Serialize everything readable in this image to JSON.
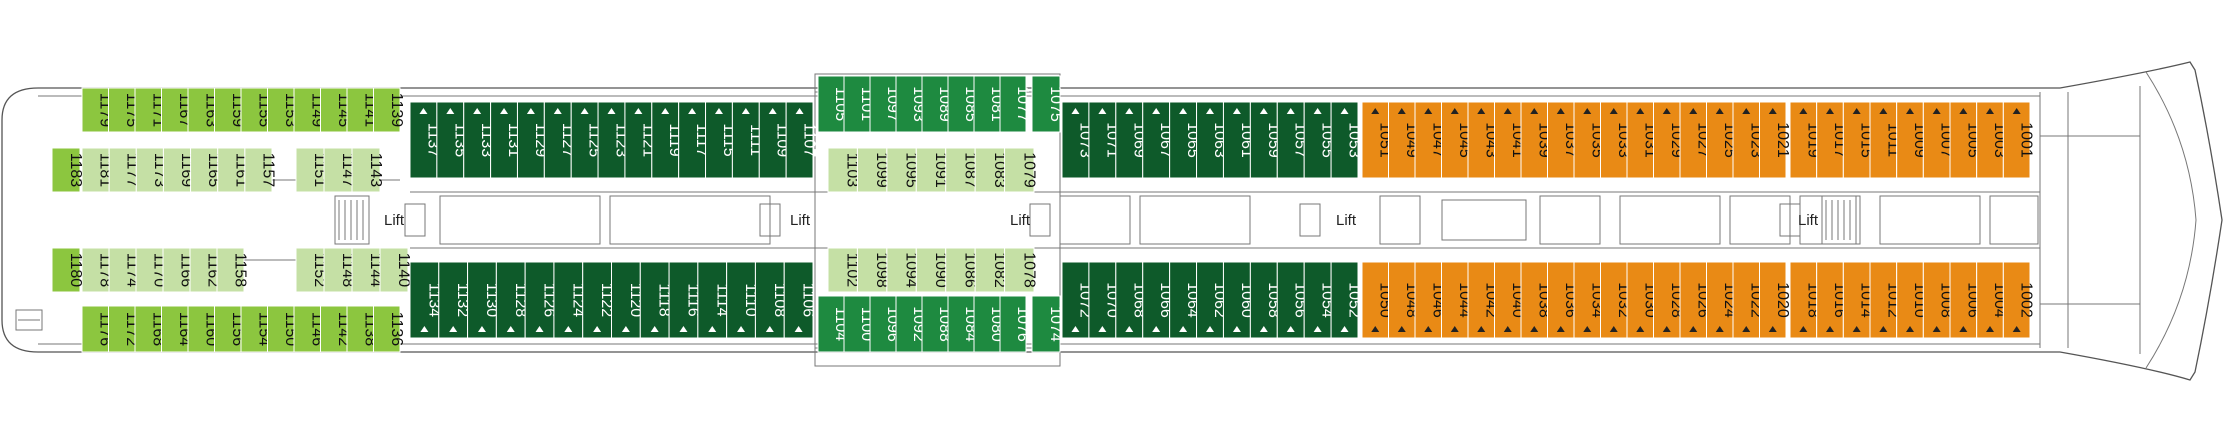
{
  "colors": {
    "green_bright": "#8cc63f",
    "green_pale": "#c5e0a5",
    "green_dark": "#0e5a2a",
    "green_mid": "#1e8a40",
    "orange": "#e98a15",
    "outline": "#555555"
  },
  "lift_label": "Lift",
  "icons": [
    "stairs-icon",
    "lift-icon",
    "sun-triangle-icon",
    "connecting-door-icon"
  ],
  "blocks": [
    {
      "name": "aft-outer-top",
      "color": "green_bright",
      "text": "dark",
      "cabins": [
        "1179",
        "1175",
        "1171",
        "1167",
        "1163",
        "1159",
        "1155",
        "1153",
        "1149",
        "1145",
        "1141",
        "1139"
      ]
    },
    {
      "name": "aft-inner-top",
      "color": "green_pale",
      "text": "dark",
      "cabins": [
        "1181",
        "1177",
        "1173",
        "1169",
        "1165",
        "1161",
        "1157"
      ]
    },
    {
      "name": "aft-inner-top-b",
      "color": "green_pale",
      "text": "dark",
      "cabins": [
        "1151",
        "1147",
        "1143"
      ]
    },
    {
      "name": "aft-corner-top",
      "color": "green_bright",
      "text": "dark",
      "cabins": [
        "1183"
      ]
    },
    {
      "name": "aft-inner-bottom",
      "color": "green_pale",
      "text": "dark",
      "cabins": [
        "1178",
        "1174",
        "1170",
        "1166",
        "1162",
        "1158"
      ]
    },
    {
      "name": "aft-inner-bottom-b",
      "color": "green_pale",
      "text": "dark",
      "cabins": [
        "1152",
        "1148",
        "1144",
        "1140"
      ]
    },
    {
      "name": "aft-corner-bottom",
      "color": "green_bright",
      "text": "dark",
      "cabins": [
        "1180"
      ]
    },
    {
      "name": "aft-outer-bottom",
      "color": "green_bright",
      "text": "dark",
      "cabins": [
        "1176",
        "1172",
        "1168",
        "1164",
        "1160",
        "1156",
        "1154",
        "1150",
        "1146",
        "1142",
        "1138",
        "1136"
      ]
    },
    {
      "name": "mid-top-a",
      "color": "green_dark",
      "text": "light",
      "cabins": [
        "1137",
        "1135",
        "1133",
        "1131",
        "1129",
        "1127",
        "1125",
        "1123",
        "1121",
        "1119",
        "1117",
        "1115",
        "1111",
        "1109",
        "1107"
      ]
    },
    {
      "name": "mid-bottom-a",
      "color": "green_dark",
      "text": "light",
      "cabins": [
        "1134",
        "1132",
        "1130",
        "1128",
        "1126",
        "1124",
        "1122",
        "1120",
        "1118",
        "1116",
        "1114",
        "1110",
        "1108",
        "1106"
      ]
    },
    {
      "name": "center-top",
      "color": "green_mid",
      "text": "light",
      "cabins": [
        "1105",
        "1101",
        "1097",
        "1093",
        "1089",
        "1085",
        "1081",
        "1077"
      ]
    },
    {
      "name": "center-top-fwd",
      "color": "green_mid",
      "text": "light",
      "cabins": [
        "1075"
      ]
    },
    {
      "name": "center-inner-top",
      "color": "green_pale",
      "text": "dark",
      "cabins": [
        "1103",
        "1099",
        "1095",
        "1091",
        "1087",
        "1083",
        "1079"
      ]
    },
    {
      "name": "center-inner-bottom",
      "color": "green_pale",
      "text": "dark",
      "cabins": [
        "1102",
        "1098",
        "1094",
        "1090",
        "1086",
        "1082",
        "1078"
      ]
    },
    {
      "name": "center-bottom",
      "color": "green_mid",
      "text": "light",
      "cabins": [
        "1104",
        "1100",
        "1096",
        "1092",
        "1088",
        "1084",
        "1080",
        "1076"
      ]
    },
    {
      "name": "center-bottom-fwd",
      "color": "green_mid",
      "text": "light",
      "cabins": [
        "1074"
      ]
    },
    {
      "name": "mid-top-b",
      "color": "green_dark",
      "text": "light",
      "cabins": [
        "1073",
        "1071",
        "1069",
        "1067",
        "1065",
        "1063",
        "1061",
        "1059",
        "1057",
        "1055",
        "1053"
      ]
    },
    {
      "name": "mid-bottom-b",
      "color": "green_dark",
      "text": "light",
      "cabins": [
        "1072",
        "1070",
        "1068",
        "1066",
        "1064",
        "1062",
        "1060",
        "1058",
        "1056",
        "1054",
        "1052"
      ]
    },
    {
      "name": "fwd-top-a",
      "color": "orange",
      "text": "dark",
      "cabins": [
        "1051",
        "1049",
        "1047",
        "1045",
        "1043",
        "1041",
        "1039",
        "1037",
        "1035",
        "1033",
        "1031",
        "1029",
        "1027",
        "1025",
        "1023",
        "1021"
      ]
    },
    {
      "name": "fwd-top-b",
      "color": "orange",
      "text": "dark",
      "cabins": [
        "1019",
        "1017",
        "1015",
        "1011",
        "1009",
        "1007",
        "1005",
        "1003",
        "1001"
      ]
    },
    {
      "name": "fwd-bottom-a",
      "color": "orange",
      "text": "dark",
      "cabins": [
        "1050",
        "1048",
        "1046",
        "1044",
        "1042",
        "1040",
        "1038",
        "1036",
        "1034",
        "1032",
        "1030",
        "1028",
        "1026",
        "1024",
        "1022",
        "1020"
      ]
    },
    {
      "name": "fwd-bottom-b",
      "color": "orange",
      "text": "dark",
      "cabins": [
        "1018",
        "1016",
        "1014",
        "1012",
        "1010",
        "1008",
        "1006",
        "1004",
        "1002"
      ]
    }
  ]
}
